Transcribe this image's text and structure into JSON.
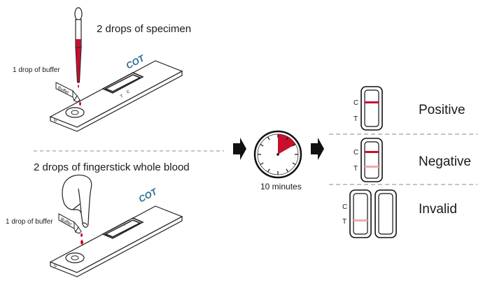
{
  "top": {
    "specimen_label": "2 drops of specimen",
    "buffer_label": "1 drop of buffer",
    "buffer_tag": "Buffer"
  },
  "bottom": {
    "specimen_label": "2 drops of fingerstick whole blood",
    "buffer_label": "1 drop of buffer",
    "buffer_tag": "Buffer"
  },
  "cassette": {
    "brand": "COT",
    "control_letter": "C",
    "test_letter": "T",
    "sample_letter": "S"
  },
  "timer": {
    "label": "10 minutes"
  },
  "results": {
    "positive": {
      "label": "Positive",
      "c": "C",
      "t": "T"
    },
    "negative": {
      "label": "Negative",
      "c": "C",
      "t": "T"
    },
    "invalid": {
      "label": "Invalid",
      "c": "C",
      "t": "T"
    }
  },
  "colors": {
    "blood_red": "#c8102e",
    "faint_line": "#f0a8b0",
    "brand_blue": "#2a6f93"
  }
}
